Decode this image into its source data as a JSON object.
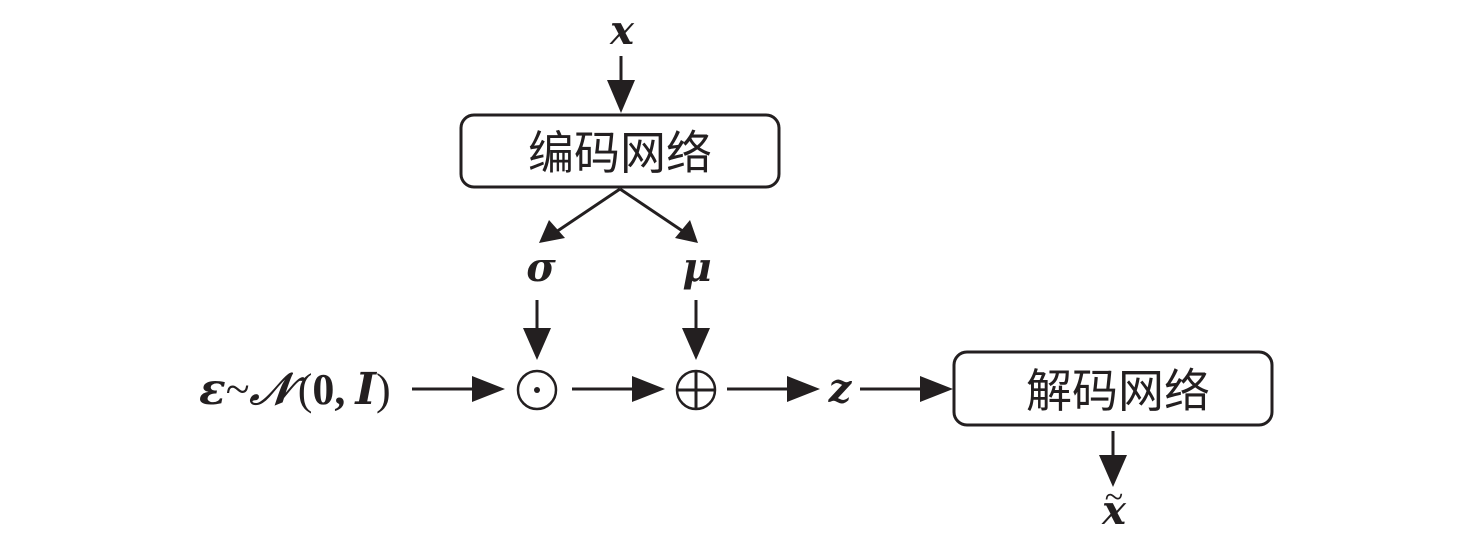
{
  "title": "Variational autoencoder reparameterization diagram",
  "nodes": {
    "input": {
      "label": "x"
    },
    "encoder": {
      "label": "编码网络"
    },
    "sigma": {
      "label": "σ"
    },
    "mu": {
      "label": "μ"
    },
    "noise": {
      "epsilon": "ε",
      "tilde": "~",
      "dist": "𝒩",
      "open": "(",
      "zero": "0",
      "comma": ",",
      "identity": "I",
      "close": ")"
    },
    "multiply": {
      "symbol": "⊙",
      "meaning": "element-wise product"
    },
    "add": {
      "symbol": "⊕",
      "meaning": "addition"
    },
    "latent": {
      "label": "z"
    },
    "decoder": {
      "label": "解码网络"
    },
    "output": {
      "label": "x",
      "accent": "~"
    }
  },
  "edges": [
    {
      "from": "input",
      "to": "encoder"
    },
    {
      "from": "encoder",
      "to": "sigma"
    },
    {
      "from": "encoder",
      "to": "mu"
    },
    {
      "from": "sigma",
      "to": "multiply"
    },
    {
      "from": "mu",
      "to": "add"
    },
    {
      "from": "noise",
      "to": "multiply"
    },
    {
      "from": "multiply",
      "to": "add"
    },
    {
      "from": "add",
      "to": "latent"
    },
    {
      "from": "latent",
      "to": "decoder"
    },
    {
      "from": "decoder",
      "to": "output"
    }
  ],
  "colors": {
    "ink": "#231f20",
    "background": "#ffffff"
  }
}
